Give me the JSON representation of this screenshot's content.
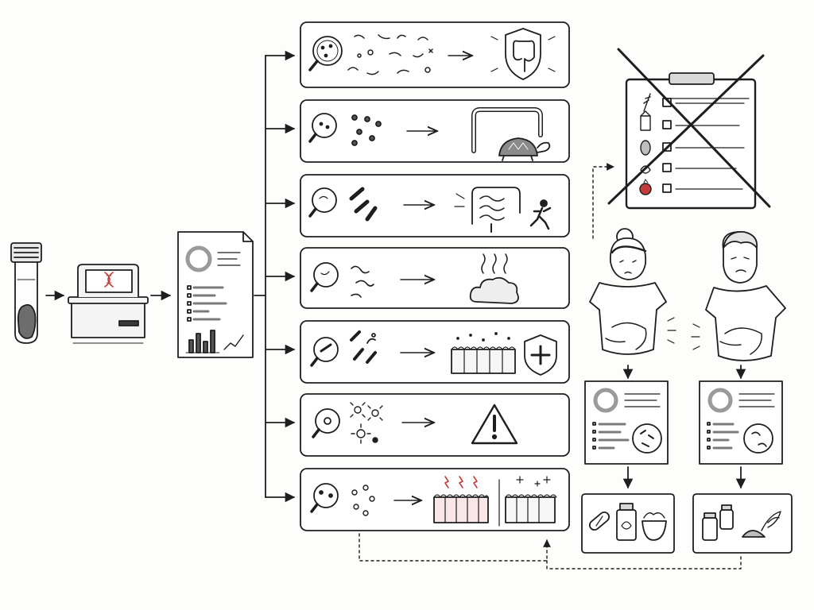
{
  "colors": {
    "ink": "#1e1e1e",
    "paper": "#fdfdfb",
    "accent_red": "#c23b3b",
    "muted": "#8a8a8a",
    "panel_fill": "#ffffff"
  },
  "icons": {
    "sample": "stool-sample-tube-icon",
    "sequencer": "dna-sequencer-icon",
    "report": "microbiome-report-icon",
    "magnifier": "magnifier-icon",
    "gut_shield": "protected-gut-icon",
    "slow_gut": "slow-transit-gut-icon",
    "fast_gut": "fast-transit-gut-icon",
    "gas": "gas-cloud-icon",
    "barrier": "intestinal-barrier-icon",
    "warning": "warning-icon",
    "diet_clipboard": "crossed-out-diet-clipboard-icon",
    "supplements": "supplement-bottles-icon"
  },
  "findings": [
    {
      "id": "protective",
      "outcome": "gut-protection"
    },
    {
      "id": "low-diversity",
      "outcome": "slow-transit"
    },
    {
      "id": "motility",
      "outcome": "fast-transit"
    },
    {
      "id": "gas-producers",
      "outcome": "gas-bloating"
    },
    {
      "id": "barrier-support",
      "outcome": "barrier-protection"
    },
    {
      "id": "pathobionts",
      "outcome": "warning"
    },
    {
      "id": "inflammation",
      "outcome": "inflamed-vs-healthy-lining"
    }
  ],
  "patients": [
    {
      "id": "patient-female"
    },
    {
      "id": "patient-male"
    }
  ]
}
